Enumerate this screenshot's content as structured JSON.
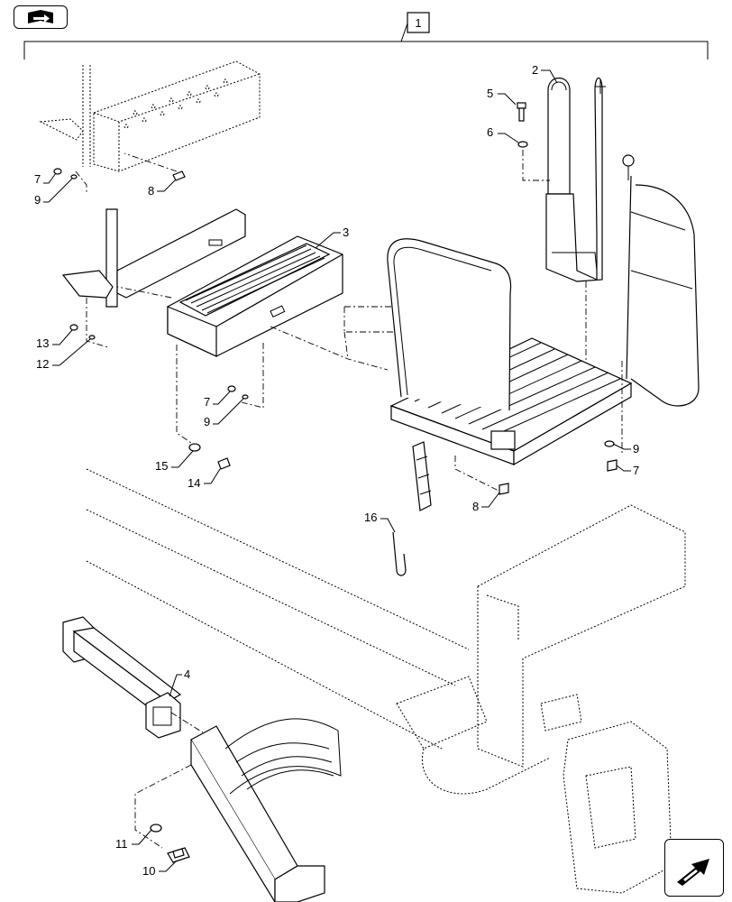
{
  "nav": {
    "top_icon": "book-navigation-icon",
    "bottom_icon": "return-arrow-icon"
  },
  "group_label": "1",
  "callouts": {
    "c1": "1",
    "c2": "2",
    "c3": "3",
    "c4": "4",
    "c5": "5",
    "c6": "6",
    "c7a": "7",
    "c7b": "7",
    "c7c": "7",
    "c8a": "8",
    "c8b": "8",
    "c9a": "9",
    "c9b": "9",
    "c9c": "9",
    "c10": "10",
    "c11": "11",
    "c12": "12",
    "c13": "13",
    "c14": "14",
    "c15": "15",
    "c16": "16"
  }
}
